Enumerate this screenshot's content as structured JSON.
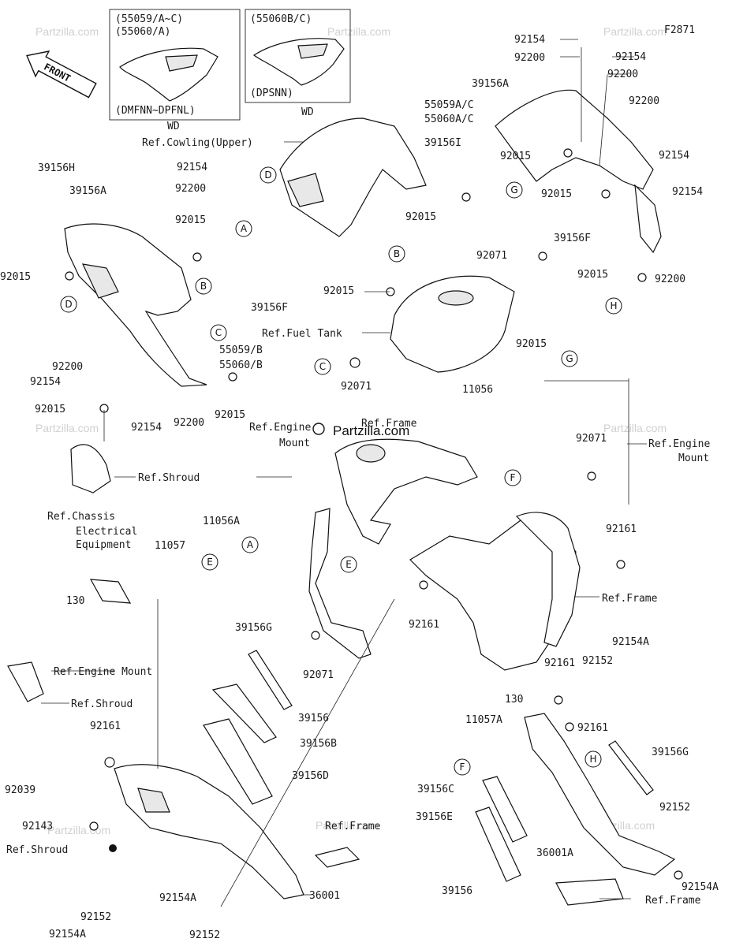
{
  "diagram_code": "F2871",
  "center_watermark": "Partzilla.com",
  "watermark_text": "Partzilla.com",
  "front_label": "FRONT",
  "inset_left": {
    "lines": [
      "(55059/A~C)",
      "(55060/A)"
    ],
    "footer": "(DMFNN~DPFNL)",
    "caption": "WD"
  },
  "inset_right": {
    "lines": [
      "(55060B/C)"
    ],
    "footer": "(DPSNN)",
    "caption": "WD"
  },
  "labels": [
    {
      "id": "l1",
      "text": "92154"
    },
    {
      "id": "l2",
      "text": "92200"
    },
    {
      "id": "l3",
      "text": "92154"
    },
    {
      "id": "l4",
      "text": "92200"
    },
    {
      "id": "l5",
      "text": "39156A"
    },
    {
      "id": "l6",
      "text": "55059A/C"
    },
    {
      "id": "l7",
      "text": "55060A/C"
    },
    {
      "id": "l8",
      "text": "92200"
    },
    {
      "id": "l9",
      "text": "39156I"
    },
    {
      "id": "l10",
      "text": "92015"
    },
    {
      "id": "l11",
      "text": "92154"
    },
    {
      "id": "l12",
      "text": "92015"
    },
    {
      "id": "l13",
      "text": "92154"
    },
    {
      "id": "l14",
      "text": "39156F"
    },
    {
      "id": "l15",
      "text": "92015"
    },
    {
      "id": "l16",
      "text": "92200"
    },
    {
      "id": "l17",
      "text": "Ref.Cowling(Upper)"
    },
    {
      "id": "l18",
      "text": "39156H"
    },
    {
      "id": "l19",
      "text": "92154"
    },
    {
      "id": "l20",
      "text": "39156A"
    },
    {
      "id": "l21",
      "text": "92200"
    },
    {
      "id": "l22",
      "text": "92015"
    },
    {
      "id": "l23",
      "text": "92015"
    },
    {
      "id": "l24",
      "text": "39156F"
    },
    {
      "id": "l25",
      "text": "55059/B"
    },
    {
      "id": "l26",
      "text": "55060/B"
    },
    {
      "id": "l27",
      "text": "92200"
    },
    {
      "id": "l28",
      "text": "92154"
    },
    {
      "id": "l29",
      "text": "92015"
    },
    {
      "id": "l30",
      "text": "92154"
    },
    {
      "id": "l31",
      "text": "92200"
    },
    {
      "id": "l32",
      "text": "92015"
    },
    {
      "id": "l33",
      "text": "Ref.Shroud"
    },
    {
      "id": "l34",
      "text": "92015"
    },
    {
      "id": "l35",
      "text": "92071"
    },
    {
      "id": "l36",
      "text": "92015"
    },
    {
      "id": "l37",
      "text": "Ref.Fuel Tank"
    },
    {
      "id": "l38",
      "text": "92071"
    },
    {
      "id": "l39",
      "text": "92015"
    },
    {
      "id": "l40",
      "text": "11056"
    },
    {
      "id": "l41",
      "text": "Ref.Frame"
    },
    {
      "id": "l42",
      "text": "Ref.Engine"
    },
    {
      "id": "l43",
      "text": "Mount"
    },
    {
      "id": "l44",
      "text": "92071"
    },
    {
      "id": "l45",
      "text": "Ref.Engine"
    },
    {
      "id": "l46",
      "text": "Mount"
    },
    {
      "id": "l47",
      "text": "11056A"
    },
    {
      "id": "l48",
      "text": "Ref.Chassis"
    },
    {
      "id": "l49",
      "text": "Electrical"
    },
    {
      "id": "l50",
      "text": "Equipment"
    },
    {
      "id": "l51",
      "text": "11057"
    },
    {
      "id": "l52",
      "text": "92161"
    },
    {
      "id": "l53",
      "text": "130"
    },
    {
      "id": "l54",
      "text": "Ref.Frame"
    },
    {
      "id": "l55",
      "text": "92161"
    },
    {
      "id": "l56",
      "text": "39156G"
    },
    {
      "id": "l57",
      "text": "92071"
    },
    {
      "id": "l58",
      "text": "Ref.Engine Mount"
    },
    {
      "id": "l59",
      "text": "Ref.Shroud"
    },
    {
      "id": "l60",
      "text": "39156"
    },
    {
      "id": "l61",
      "text": "92161"
    },
    {
      "id": "l62",
      "text": "39156B"
    },
    {
      "id": "l63",
      "text": "92039"
    },
    {
      "id": "l64",
      "text": "39156D"
    },
    {
      "id": "l65",
      "text": "92143"
    },
    {
      "id": "l66",
      "text": "Ref.Shroud"
    },
    {
      "id": "l67",
      "text": "Ref.Frame"
    },
    {
      "id": "l68",
      "text": "92154A"
    },
    {
      "id": "l69",
      "text": "36001"
    },
    {
      "id": "l70",
      "text": "92152"
    },
    {
      "id": "l71",
      "text": "92154A"
    },
    {
      "id": "l72",
      "text": "92152"
    },
    {
      "id": "l73",
      "text": "92154A"
    },
    {
      "id": "l74",
      "text": "92161"
    },
    {
      "id": "l75",
      "text": "92152"
    },
    {
      "id": "l76",
      "text": "130"
    },
    {
      "id": "l77",
      "text": "11057A"
    },
    {
      "id": "l78",
      "text": "92161"
    },
    {
      "id": "l79",
      "text": "39156G"
    },
    {
      "id": "l80",
      "text": "39156C"
    },
    {
      "id": "l81",
      "text": "39156E"
    },
    {
      "id": "l82",
      "text": "92152"
    },
    {
      "id": "l83",
      "text": "36001A"
    },
    {
      "id": "l84",
      "text": "92154A"
    },
    {
      "id": "l85",
      "text": "39156"
    },
    {
      "id": "l86",
      "text": "Ref.Frame"
    }
  ],
  "callouts": [
    {
      "id": "c1",
      "letter": "A"
    },
    {
      "id": "c2",
      "letter": "B"
    },
    {
      "id": "c3",
      "letter": "C"
    },
    {
      "id": "c4",
      "letter": "D"
    },
    {
      "id": "c5",
      "letter": "D"
    },
    {
      "id": "c6",
      "letter": "G"
    },
    {
      "id": "c7",
      "letter": "H"
    },
    {
      "id": "c8",
      "letter": "B"
    },
    {
      "id": "c9",
      "letter": "C"
    },
    {
      "id": "c10",
      "letter": "G"
    },
    {
      "id": "c11",
      "letter": "F"
    },
    {
      "id": "c12",
      "letter": "A"
    },
    {
      "id": "c13",
      "letter": "E"
    },
    {
      "id": "c14",
      "letter": "E"
    },
    {
      "id": "c15",
      "letter": "F"
    },
    {
      "id": "c16",
      "letter": "H"
    }
  ]
}
